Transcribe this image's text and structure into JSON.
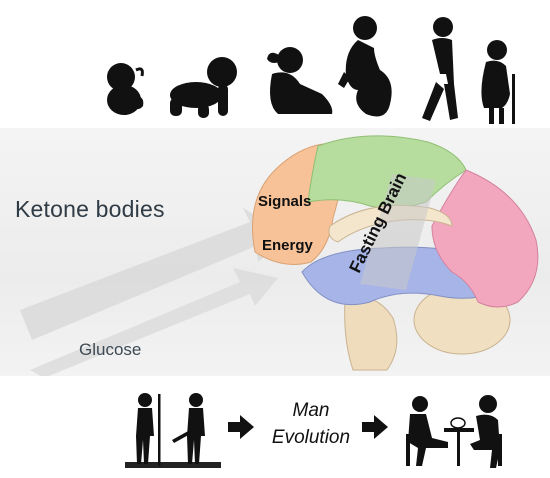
{
  "diagram": {
    "left_labels": {
      "ketone": "Ketone bodies",
      "glucose": "Glucose"
    },
    "brain_labels": {
      "signals": "Signals",
      "energy": "Energy",
      "center": "Fasting Brain"
    },
    "evolution": {
      "line1": "Man",
      "line2": "Evolution"
    },
    "lifespan_stages": [
      "fetus",
      "infant",
      "child",
      "pregnant-woman",
      "adult-man",
      "elderly-woman"
    ],
    "colors": {
      "frontal": "#f7c298",
      "parietal": "#b6dd9d",
      "occipital": "#f2a7bf",
      "temporal": "#a6b4e8",
      "cerebellum": "#f0dfc1",
      "brainstem": "#eedcbd"
    }
  }
}
